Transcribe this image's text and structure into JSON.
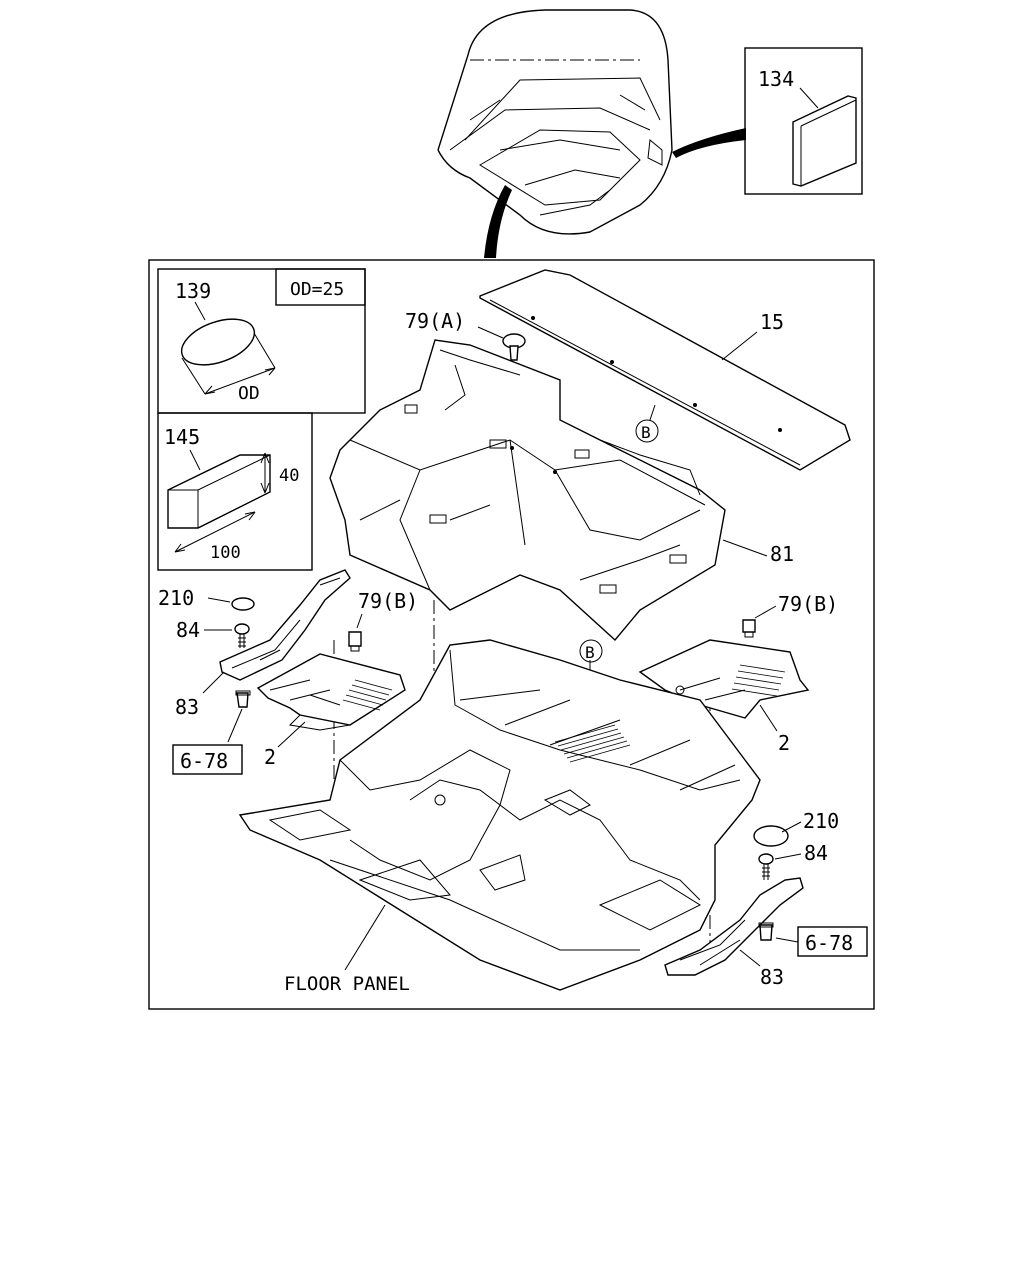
{
  "callouts": {
    "p134": "134",
    "p139": "139",
    "od25": "OD=25",
    "od": "OD",
    "p145": "145",
    "dim40": "40",
    "dim100": "100",
    "p79a": "79(A)",
    "p15": "15",
    "b_top": "B",
    "p81": "81",
    "p210_left": "210",
    "p84_left": "84",
    "p79b_left": "79(B)",
    "p79b_right": "79(B)",
    "p83_left": "83",
    "b_mid": "B",
    "ref_678_left": "6-78",
    "p2_left": "2",
    "p2_right": "2",
    "p210_right": "210",
    "p84_right": "84",
    "ref_678_right": "6-78",
    "p83_right": "83",
    "floor_panel": "FLOOR PANEL"
  }
}
